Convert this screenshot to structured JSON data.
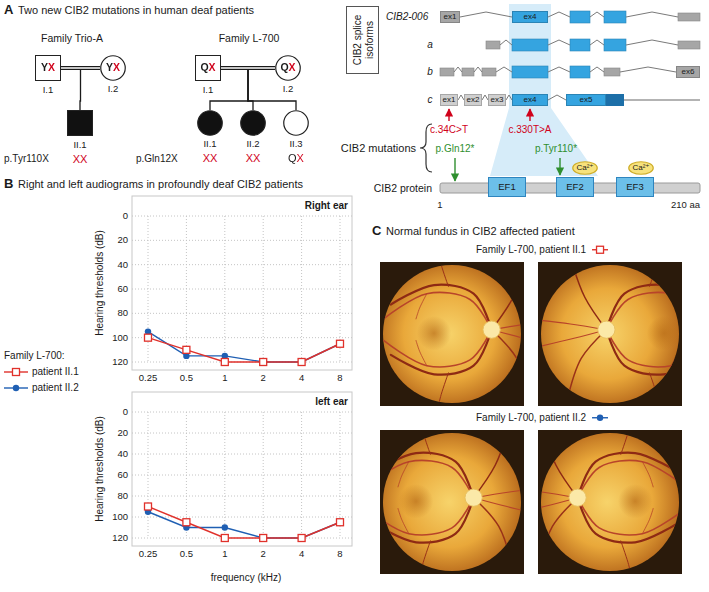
{
  "diagram": {
    "nodes": [
      {
        "text": [
          "YX",
          "I.1"
        ]
      },
      {
        "text": [
          "YX",
          "I.2"
        ]
      },
      {
        "text": [
          "II.1",
          "XX"
        ]
      },
      {
        "text": [
          "QX",
          "I.1"
        ]
      },
      {
        "text": [
          "QX",
          "I.2"
        ]
      },
      {
        "text": [
          "II.1",
          "XX"
        ]
      },
      {
        "text": [
          "II.2",
          "XX"
        ]
      },
      {
        "text": [
          "II.3",
          "QX"
        ]
      },
      {
        "text": [
          "CIB2 splice isoforms"
        ]
      },
      {
        "text": [
          "ex1"
        ]
      },
      {
        "text": [
          "ex4"
        ]
      },
      {
        "text": [
          "ex6"
        ]
      },
      {
        "text": [
          "ex1"
        ]
      },
      {
        "text": [
          "ex2"
        ]
      },
      {
        "text": [
          "ex3"
        ]
      },
      {
        "text": [
          "ex4"
        ]
      },
      {
        "text": [
          "ex5"
        ]
      },
      {
        "text": [
          "EF1"
        ]
      },
      {
        "text": [
          "EF2"
        ]
      },
      {
        "text": [
          "EF3"
        ]
      },
      {
        "text": [
          "Ca²⁺"
        ]
      },
      {
        "text": [
          "Ca²⁺"
        ]
      }
    ],
    "edges": [
      {
        "from": 0,
        "to": 1,
        "arrow": "none"
      },
      {
        "from": 0,
        "to": 2,
        "arrow": "none"
      },
      {
        "from": 3,
        "to": 4,
        "arrow": "none"
      },
      {
        "from": 3,
        "to": 5,
        "arrow": "none"
      },
      {
        "from": 3,
        "to": 6,
        "arrow": "none"
      },
      {
        "from": 3,
        "to": 7,
        "arrow": "none"
      },
      {
        "from": 9,
        "to": 10,
        "arrow": "none"
      },
      {
        "from": 12,
        "to": 13,
        "arrow": "none"
      },
      {
        "from": 13,
        "to": 14,
        "arrow": "none"
      },
      {
        "from": 14,
        "to": 15,
        "arrow": "none"
      },
      {
        "from": 15,
        "to": 16,
        "arrow": "none"
      }
    ],
    "labels": [
      "A",
      "Two new CIB2 mutations in human deaf patients",
      "Family Trio-A",
      "Family L-700",
      "p.Tyr110X",
      "p.Gln12X",
      "CIB2-006",
      "a",
      "b",
      "c",
      "CIB2 mutations",
      "c.34C>T",
      "c.330T>A",
      "p.Gln12*",
      "p.Tyr110*",
      "CIB2 protein",
      "1",
      "210 aa",
      "B",
      "Right and left audiograms in profoundly deaf CIB2 patients",
      "Family L-700:",
      "Right ear",
      "Hearing thresholds (dB)",
      "0",
      "20",
      "40",
      "60",
      "80",
      "100",
      "120",
      "0.25",
      "0.5",
      "1",
      "2",
      "4",
      "8",
      "left ear",
      "Hearing thresholds (dB)",
      "0",
      "20",
      "40",
      "60",
      "80",
      "100",
      "120",
      "0.25",
      "0.5",
      "1",
      "2",
      "4",
      "8",
      "frequency (kHz)",
      "C",
      "Normal fundus in CIB2 affected patient",
      "Family L-700, patient II.1",
      "Family L-700, patient II.2"
    ],
    "legend": [
      {
        "text": "patient II.1"
      },
      {
        "text": "patient II.2"
      }
    ]
  }
}
